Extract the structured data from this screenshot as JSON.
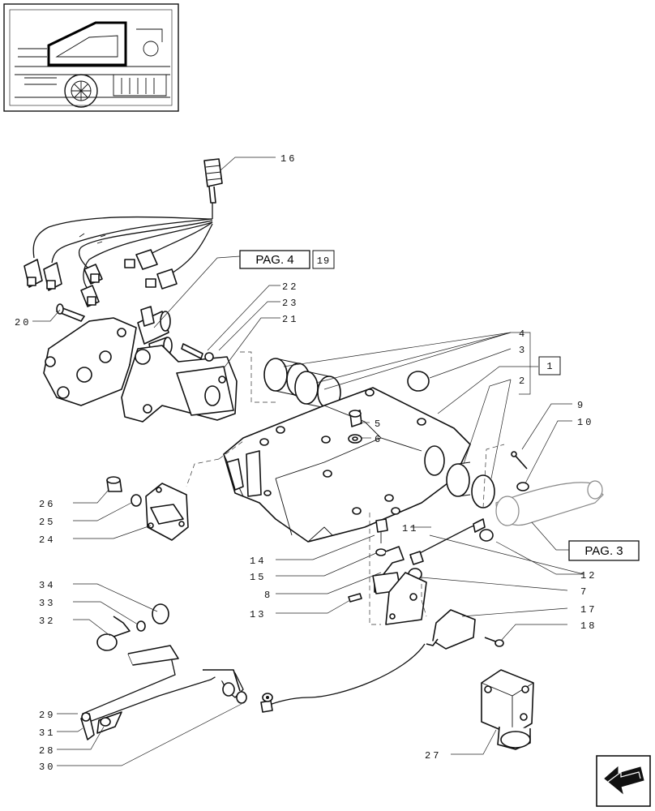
{
  "icons": {
    "thumbnail": "tractor-thumbnail-icon",
    "navigation": "next-page-arrow-icon"
  },
  "page_refs": {
    "pag4": "PAG. 4",
    "pag3": "PAG. 3",
    "ref19": "19",
    "ref1": "1"
  },
  "callouts": [
    "16",
    "20",
    "22",
    "23",
    "21",
    "4",
    "3",
    "2",
    "5",
    "6",
    "9",
    "10",
    "26",
    "25",
    "24",
    "11",
    "14",
    "15",
    "8",
    "13",
    "12",
    "7",
    "17",
    "18",
    "34",
    "33",
    "32",
    "29",
    "31",
    "28",
    "30",
    "27"
  ]
}
